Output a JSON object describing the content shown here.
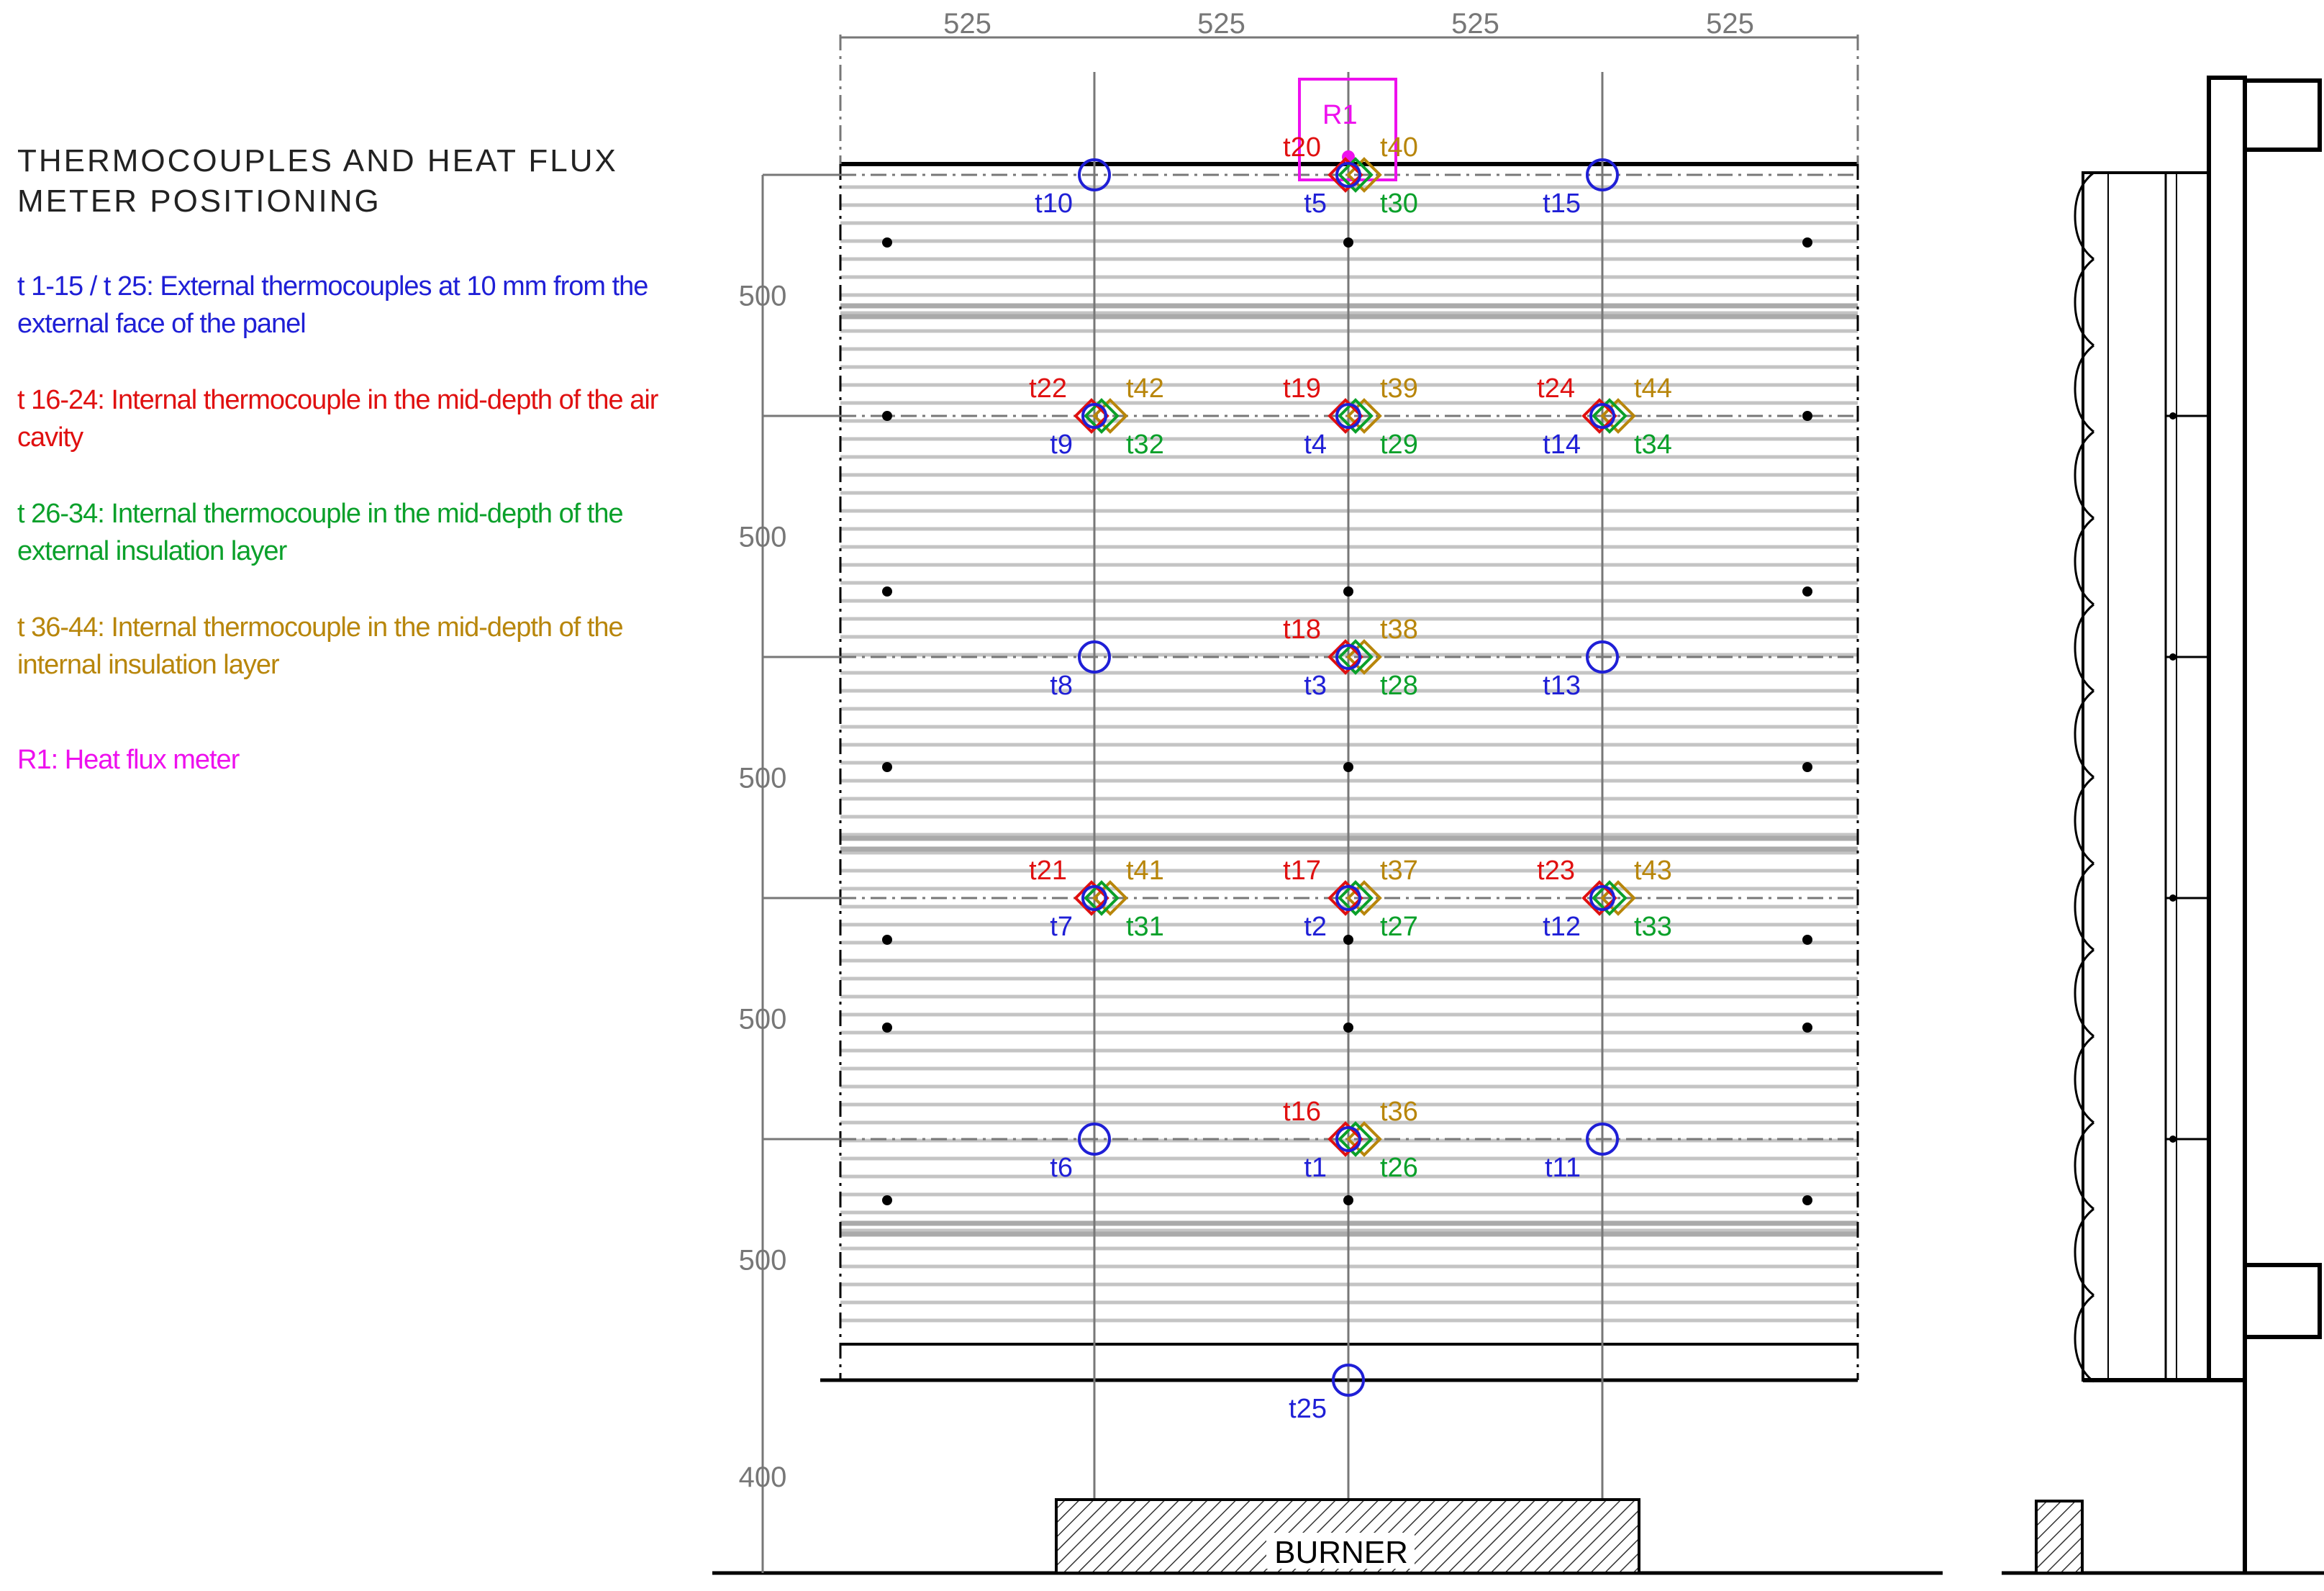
{
  "legend": {
    "title": "THERMOCOUPLES AND HEAT FLUX METER POSITIONING",
    "items": [
      {
        "text": "t 1-15 / t 25: External thermocouples at 10 mm  from the external face of the panel",
        "color": "#1f1fd6"
      },
      {
        "text": "t 16-24: Internal thermocouple in the mid-depth of the air cavity",
        "color": "#e01010"
      },
      {
        "text": "t 26-34: Internal thermocouple in the mid-depth of the external insulation layer",
        "color": "#0aa02a"
      },
      {
        "text": "t 36-44: Internal thermocouple in the mid-depth of the internal insulation layer",
        "color": "#b8860b"
      },
      {
        "text": "R1: Heat flux meter",
        "color": "#ee10ee"
      }
    ]
  },
  "colors": {
    "external": "#1f1fd6",
    "air_cavity": "#e01010",
    "external_insulation": "#0aa02a",
    "internal_insulation": "#b8860b",
    "heat_flux": "#ee10ee"
  },
  "dimensions": {
    "top": [
      "525",
      "525",
      "525",
      "525"
    ],
    "left": [
      "500",
      "500",
      "500",
      "500",
      "500",
      "400"
    ]
  },
  "heat_flux_meter": {
    "label": "R1"
  },
  "burner_label": "BURNER",
  "clusters": [
    {
      "row": 0,
      "col": 2,
      "ext": "t5",
      "air": "t20",
      "ins_ext": "t30",
      "ins_int": "t40"
    },
    {
      "row": 1,
      "col": 1,
      "ext": "t9",
      "air": "t22",
      "ins_ext": "t32",
      "ins_int": "t42"
    },
    {
      "row": 1,
      "col": 2,
      "ext": "t4",
      "air": "t19",
      "ins_ext": "t29",
      "ins_int": "t39"
    },
    {
      "row": 1,
      "col": 3,
      "ext": "t14",
      "air": "t24",
      "ins_ext": "t34",
      "ins_int": "t44"
    },
    {
      "row": 2,
      "col": 2,
      "ext": "t3",
      "air": "t18",
      "ins_ext": "t28",
      "ins_int": "t38"
    },
    {
      "row": 3,
      "col": 1,
      "ext": "t7",
      "air": "t21",
      "ins_ext": "t31",
      "ins_int": "t41"
    },
    {
      "row": 3,
      "col": 2,
      "ext": "t2",
      "air": "t17",
      "ins_ext": "t27",
      "ins_int": "t37"
    },
    {
      "row": 3,
      "col": 3,
      "ext": "t12",
      "air": "t23",
      "ins_ext": "t33",
      "ins_int": "t43"
    },
    {
      "row": 4,
      "col": 2,
      "ext": "t1",
      "air": "t16",
      "ins_ext": "t26",
      "ins_int": "t36"
    }
  ],
  "external_points": [
    {
      "row": 0,
      "col": 1,
      "label": "t10"
    },
    {
      "row": 0,
      "col": 3,
      "label": "t15"
    },
    {
      "row": 2,
      "col": 1,
      "label": "t8"
    },
    {
      "row": 2,
      "col": 3,
      "label": "t13"
    },
    {
      "row": 4,
      "col": 1,
      "label": "t6"
    },
    {
      "row": 4,
      "col": 3,
      "label": "t11"
    },
    {
      "row": 5,
      "col": 2,
      "label": "t25"
    }
  ]
}
